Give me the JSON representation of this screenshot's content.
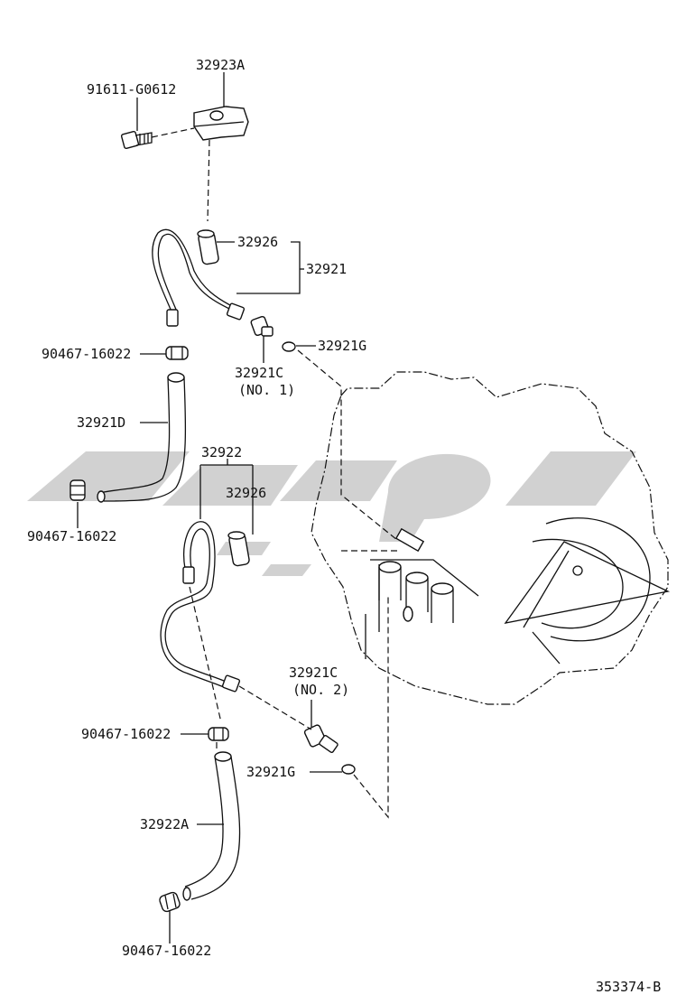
{
  "labels": {
    "bracket": "32923A",
    "bolt": "91611-G0612",
    "hose_cover_1": "32926",
    "tube_1": "32921",
    "gasket_1": "32921G",
    "union_1": "32921C",
    "union_1_note": "(NO. 1)",
    "clamp_1": "90467-16022",
    "hose_1": "32921D",
    "clamp_2": "90467-16022",
    "tube_2": "32922",
    "hose_cover_2": "32926",
    "union_2": "32921C",
    "union_2_note": "(NO. 2)",
    "clamp_3": "90467-16022",
    "gasket_2": "32921G",
    "hose_2": "32922A",
    "clamp_4": "90467-16022",
    "diagram_id": "353374-B"
  },
  "colors": {
    "ink": "#111111",
    "watermark": "#c9c9c9"
  }
}
